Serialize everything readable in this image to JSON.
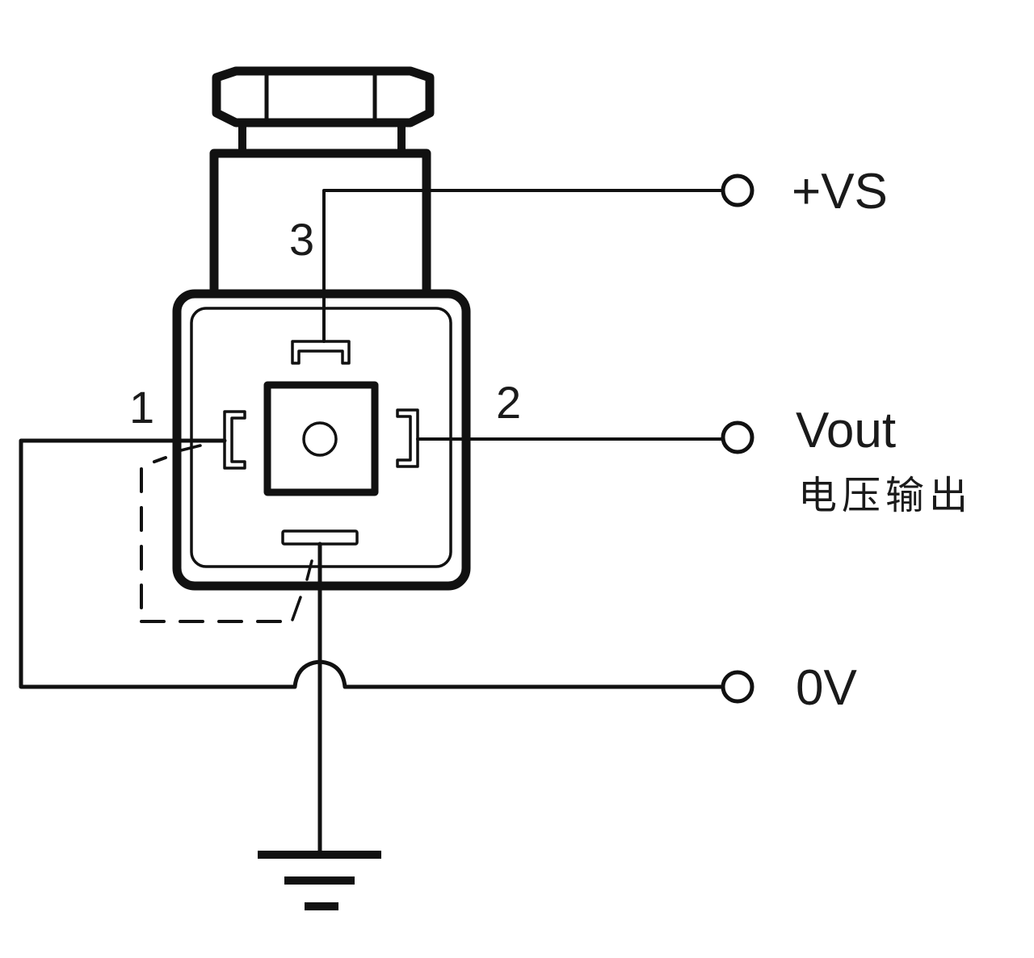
{
  "diagram": {
    "title": "Sensor connector wiring diagram",
    "colors": {
      "line": "#111111",
      "background": "#ffffff"
    },
    "pins": [
      {
        "number": "1",
        "role": "0V return (to ground)"
      },
      {
        "number": "2",
        "role": "Vout"
      },
      {
        "number": "3",
        "role": "+VS"
      }
    ],
    "terminals": [
      {
        "id": "supply",
        "label": "+VS",
        "connected_pin": "3"
      },
      {
        "id": "output",
        "label": "Vout",
        "sublabel": "电压输出",
        "connected_pin": "2"
      },
      {
        "id": "zero",
        "label": "0V",
        "connected_pin": "1"
      }
    ],
    "ground": {
      "symbol": "earth-ground",
      "connected_to": "connector shield pin"
    },
    "components": {
      "connector_nut": "hex-nut",
      "connector_body": "square-housing",
      "center_contact": "circle"
    }
  }
}
